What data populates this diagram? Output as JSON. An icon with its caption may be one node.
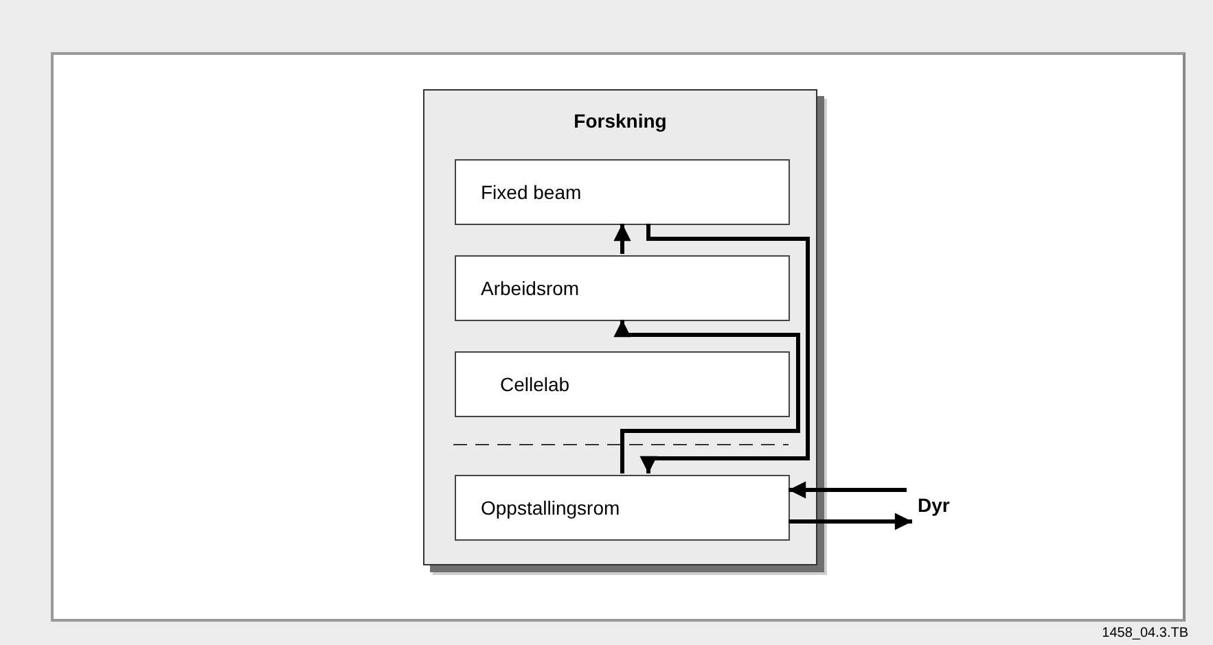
{
  "diagram": {
    "nodes": [
      {
        "text": [
          "Forskning"
        ]
      },
      {
        "text": [
          "Fixed beam"
        ],
        "in": 0
      },
      {
        "text": [
          "Arbeidsrom"
        ],
        "in": 0
      },
      {
        "text": [
          "Cellelab"
        ],
        "in": 0
      },
      {
        "text": [
          "Oppstallingsrom"
        ],
        "in": 0
      },
      {
        "text": [
          "Dyr"
        ]
      }
    ],
    "edges": [
      {
        "from": 2,
        "to": 1,
        "arrow": "to"
      },
      {
        "from": 4,
        "to": 2,
        "arrow": "to"
      },
      {
        "from": 1,
        "to": 4,
        "arrow": "to"
      },
      {
        "from": 5,
        "to": 4,
        "arrow": "to"
      },
      {
        "from": 4,
        "to": 5,
        "arrow": "to"
      }
    ],
    "labels": [
      "1458_04.3.TB"
    ]
  }
}
